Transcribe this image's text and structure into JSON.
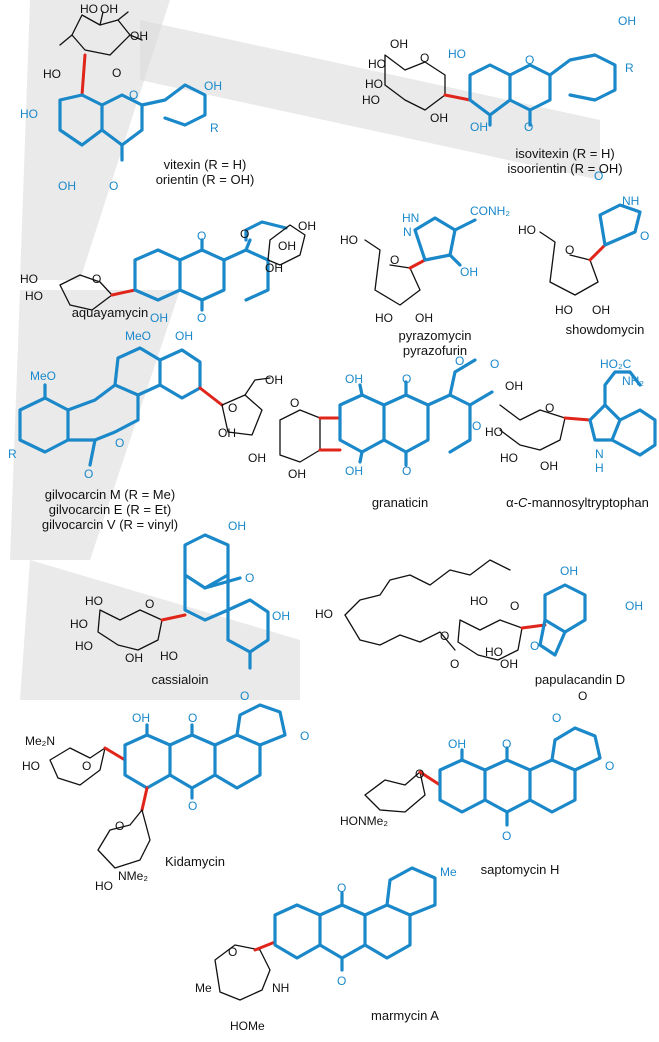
{
  "compounds": {
    "vitexin": {
      "line1": "vitexin (R = H)",
      "line2": "orientin (R = OH)"
    },
    "isovitexin": {
      "line1": "isovitexin (R = H)",
      "line2": "isoorientin (R = OH)"
    },
    "aquayamycin": {
      "name": "aquayamycin"
    },
    "pyrazomycin": {
      "line1": "pyrazomycin",
      "line2": "pyrazofurin"
    },
    "showdomycin": {
      "name": "showdomycin"
    },
    "gilvocarcin": {
      "line1": "gilvocarcin M (R = Me)",
      "line2": "gilvocarcin E (R = Et)",
      "line3": "gilvocarcin V (R = vinyl)"
    },
    "granaticin": {
      "name": "granaticin"
    },
    "mannosyl": {
      "prefix": "α-",
      "italic": "C",
      "suffix": "-mannosyltryptophan"
    },
    "cassialoin": {
      "name": "cassialoin"
    },
    "papulacandin": {
      "name": "papulacandin D"
    },
    "kidamycin": {
      "name": "Kidamycin"
    },
    "saptomycin": {
      "name": "saptomycin H"
    },
    "marmycin": {
      "name": "marmycin A"
    }
  },
  "atoms": {
    "OH": "OH",
    "HO": "HO",
    "O": "O",
    "R": "R",
    "MeO": "MeO",
    "Me": "Me",
    "NH": "NH",
    "N": "N",
    "H": "H",
    "HN": "HN",
    "CONH2": "CONH₂",
    "HO2C": "HO₂C",
    "NH2": "NH₂",
    "Me2N": "Me₂N",
    "NMe2": "NMe₂",
    "HONMe2": "HONMe₂",
    "HOMe": "HOMe"
  },
  "colors": {
    "aglycone": "#1a88c9",
    "glycosidic_bond": "#e0251b",
    "text": "#111111"
  }
}
